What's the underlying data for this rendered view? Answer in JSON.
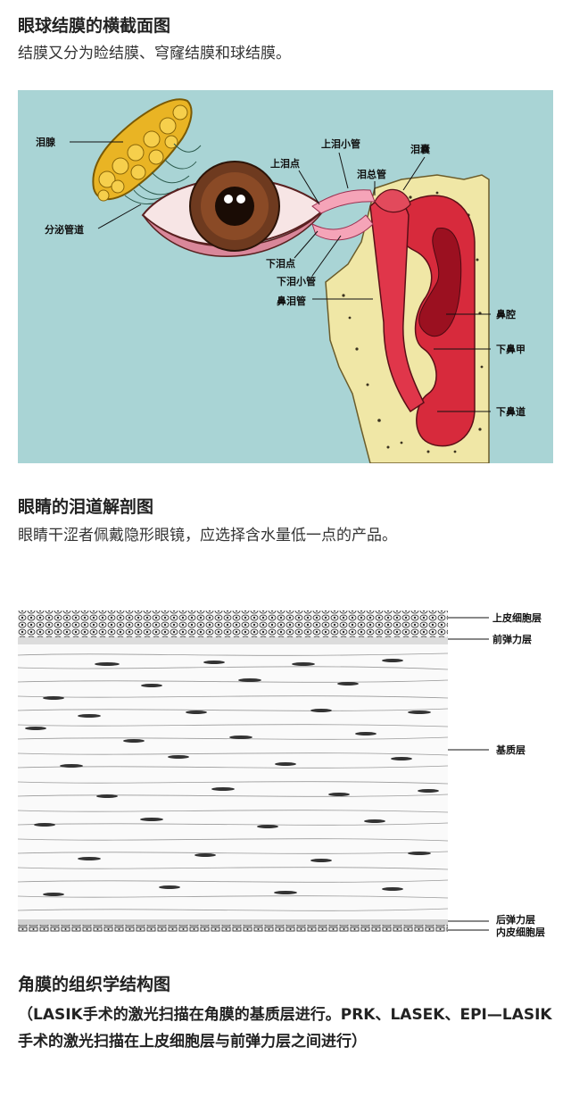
{
  "section1": {
    "title": "眼球结膜的横截面图",
    "text": "结膜又分为睑结膜、穹窿结膜和球结膜。"
  },
  "figure1": {
    "background_color": "#a9d4d5",
    "labels": {
      "lacrimal_gland": "泪腺",
      "excretory_ducts": "分泌管道",
      "upper_punctum": "上泪点",
      "upper_canaliculus": "上泪小管",
      "lacrimal_sac": "泪囊",
      "common_canaliculus": "泪总管",
      "lower_punctum": "下泪点",
      "lower_canaliculus": "下泪小管",
      "nasolacrimal_duct": "鼻泪管",
      "nasal_cavity": "鼻腔",
      "inferior_turbinate": "下鼻甲",
      "inferior_meatus": "下鼻道"
    }
  },
  "section2": {
    "title": "眼睛的泪道解剖图",
    "text": "眼睛干涩者佩戴隐形眼镜，应选择含水量低一点的产品。"
  },
  "figure2": {
    "labels": {
      "epithelium": "上皮细胞层",
      "bowman": "前弹力层",
      "stroma": "基质层",
      "descemet": "后弹力层",
      "endothelium": "内皮细胞层"
    }
  },
  "section3": {
    "title": "角膜的组织学结构图",
    "caption": "（LASIK手术的激光扫描在角膜的基质层进行。PRK、LASEK、EPI—LASIK手术的激光扫描在上皮细胞层与前弹力层之间进行）"
  }
}
